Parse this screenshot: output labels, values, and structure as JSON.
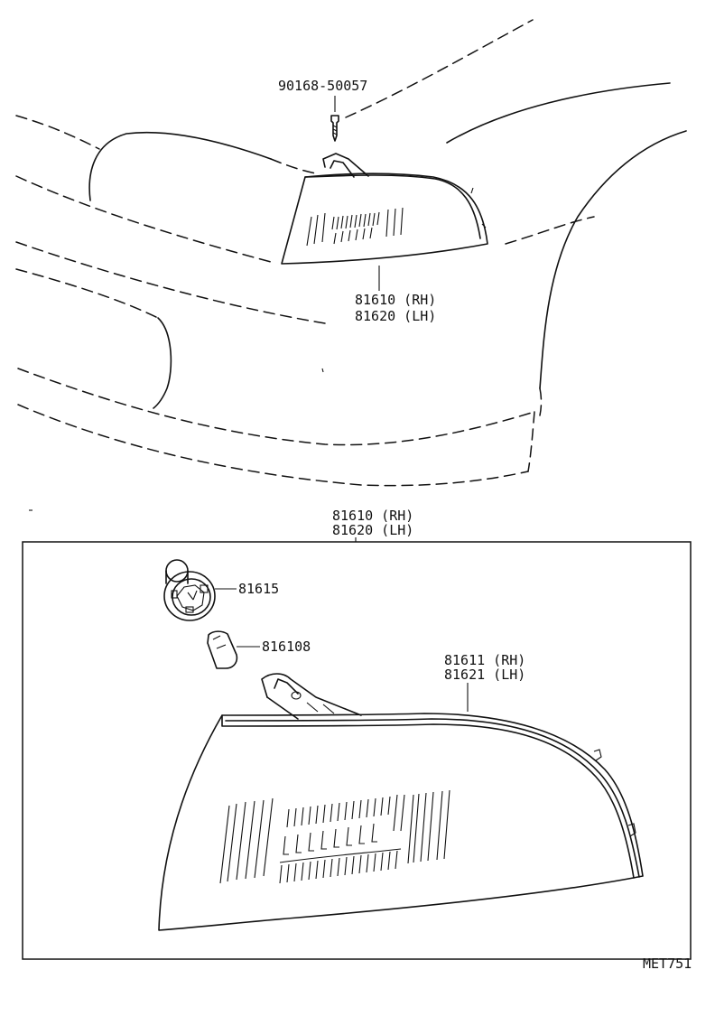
{
  "labels": {
    "screw": "90168-50057",
    "lamp_top_rh": "81610 (RH)",
    "lamp_top_lh": "81620 (LH)",
    "box_title_rh": "81610 (RH)",
    "box_title_lh": "81620 (LH)",
    "socket": "81615",
    "bulb": "816108",
    "lens_rh": "81611 (RH)",
    "lens_lh": "81621 (LH)",
    "code": "MET751"
  }
}
